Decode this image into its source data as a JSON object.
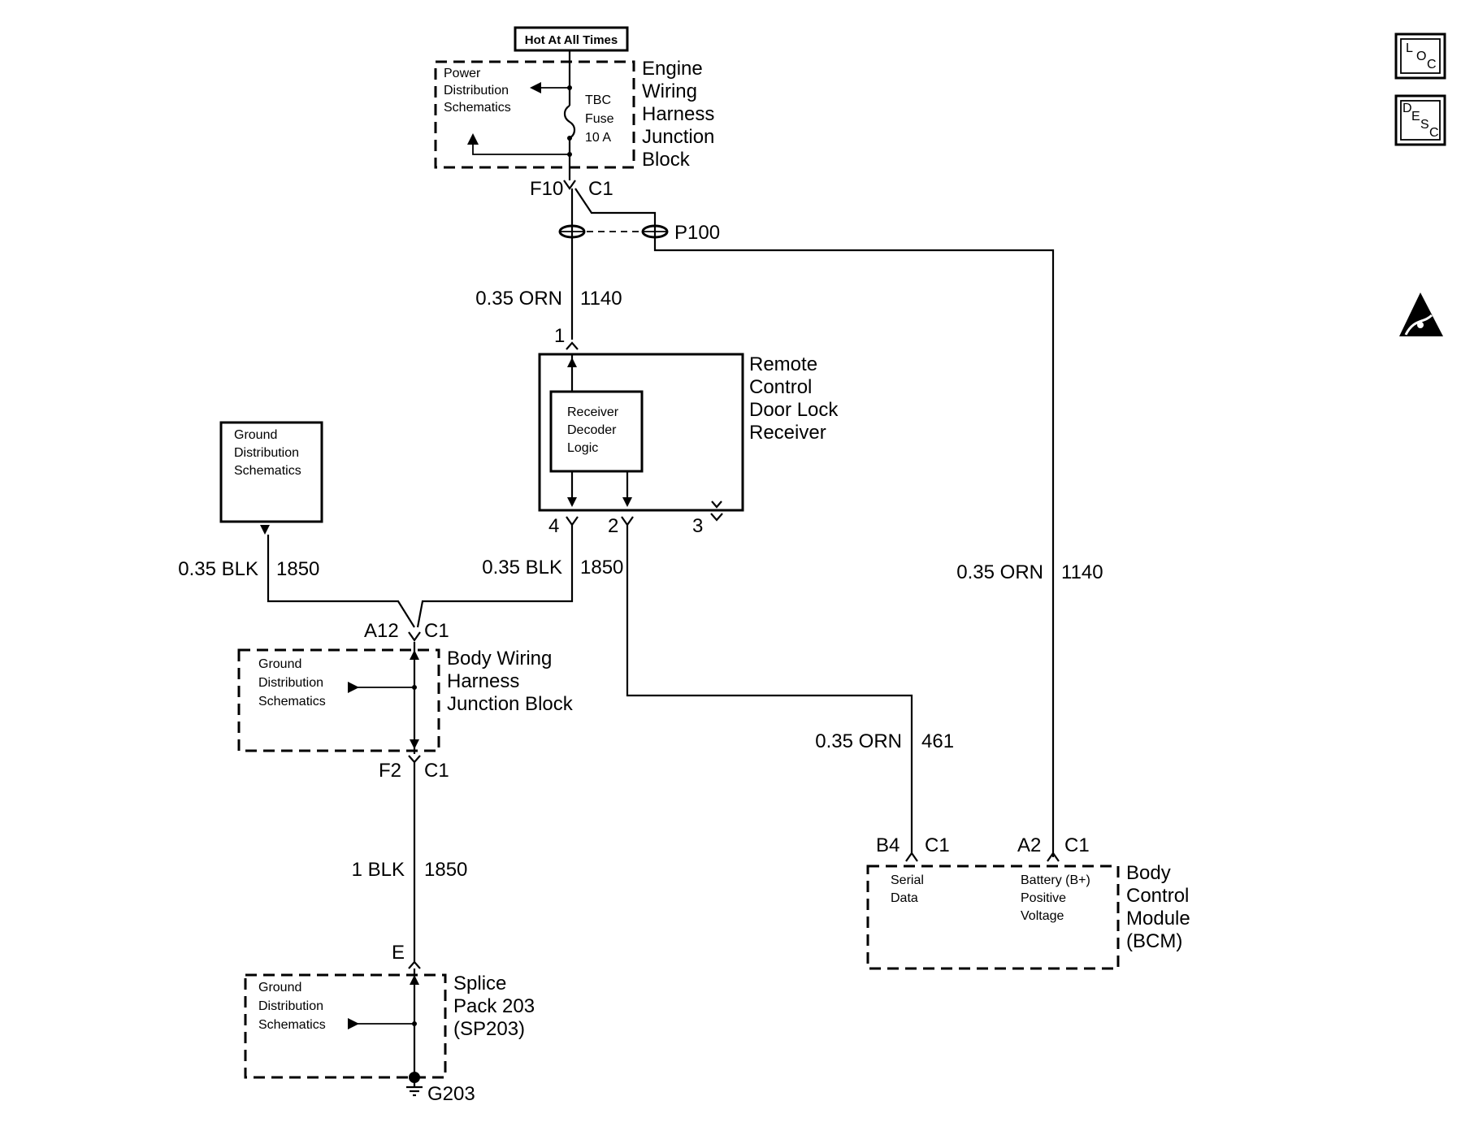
{
  "top_label": "Hot At All Times",
  "engine_block": {
    "name_lines": [
      "Engine",
      "Wiring",
      "Harness",
      "Junction",
      "Block"
    ],
    "inner_lines": [
      "Power",
      "Distribution",
      "Schematics"
    ],
    "fuse_lines": [
      "TBC",
      "Fuse",
      "10 A"
    ],
    "pin": "F10",
    "connector": "C1"
  },
  "p100": "P100",
  "wire_top": {
    "gauge": "0.35 ORN",
    "circuit": "1140"
  },
  "receiver": {
    "name_lines": [
      "Remote",
      "Control",
      "Door Lock",
      "Receiver"
    ],
    "logic_lines": [
      "Receiver",
      "Decoder",
      "Logic"
    ],
    "pins": {
      "p1": "1",
      "p2": "2",
      "p3": "3",
      "p4": "4"
    }
  },
  "ground_box_top": {
    "lines": [
      "Ground",
      "Distribution",
      "Schematics"
    ]
  },
  "wire_blk_left": {
    "gauge": "0.35 BLK",
    "circuit": "1850"
  },
  "wire_blk_right": {
    "gauge": "0.35 BLK",
    "circuit": "1850"
  },
  "body_block": {
    "name_lines": [
      "Body Wiring",
      "Harness",
      "Junction Block"
    ],
    "inner_lines": [
      "Ground",
      "Distribution",
      "Schematics"
    ],
    "top_pin": "A12",
    "top_conn": "C1",
    "bottom_pin": "F2",
    "bottom_conn": "C1"
  },
  "wire_blk_main": {
    "gauge": "1 BLK",
    "circuit": "1850"
  },
  "splice": {
    "name_lines": [
      "Splice",
      "Pack 203",
      "(SP203)"
    ],
    "inner_lines": [
      "Ground",
      "Distribution",
      "Schematics"
    ],
    "pin": "E",
    "ground": "G203"
  },
  "wire_serial": {
    "gauge": "0.35 ORN",
    "circuit": "461"
  },
  "wire_batt": {
    "gauge": "0.35 ORN",
    "circuit": "1140"
  },
  "bcm": {
    "name_lines": [
      "Body",
      "Control",
      "Module",
      "(BCM)"
    ],
    "serial_lines": [
      "Serial",
      "Data"
    ],
    "battery_lines": [
      "Battery (B+)",
      "Positive",
      "Voltage"
    ],
    "b4_pin": "B4",
    "b4_conn": "C1",
    "a2_pin": "A2",
    "a2_conn": "C1"
  },
  "side_icons": {
    "loc": [
      "L",
      "O",
      "C"
    ],
    "desc": [
      "D",
      "E",
      "S",
      "C"
    ],
    "esd": "esd-warning-icon"
  }
}
